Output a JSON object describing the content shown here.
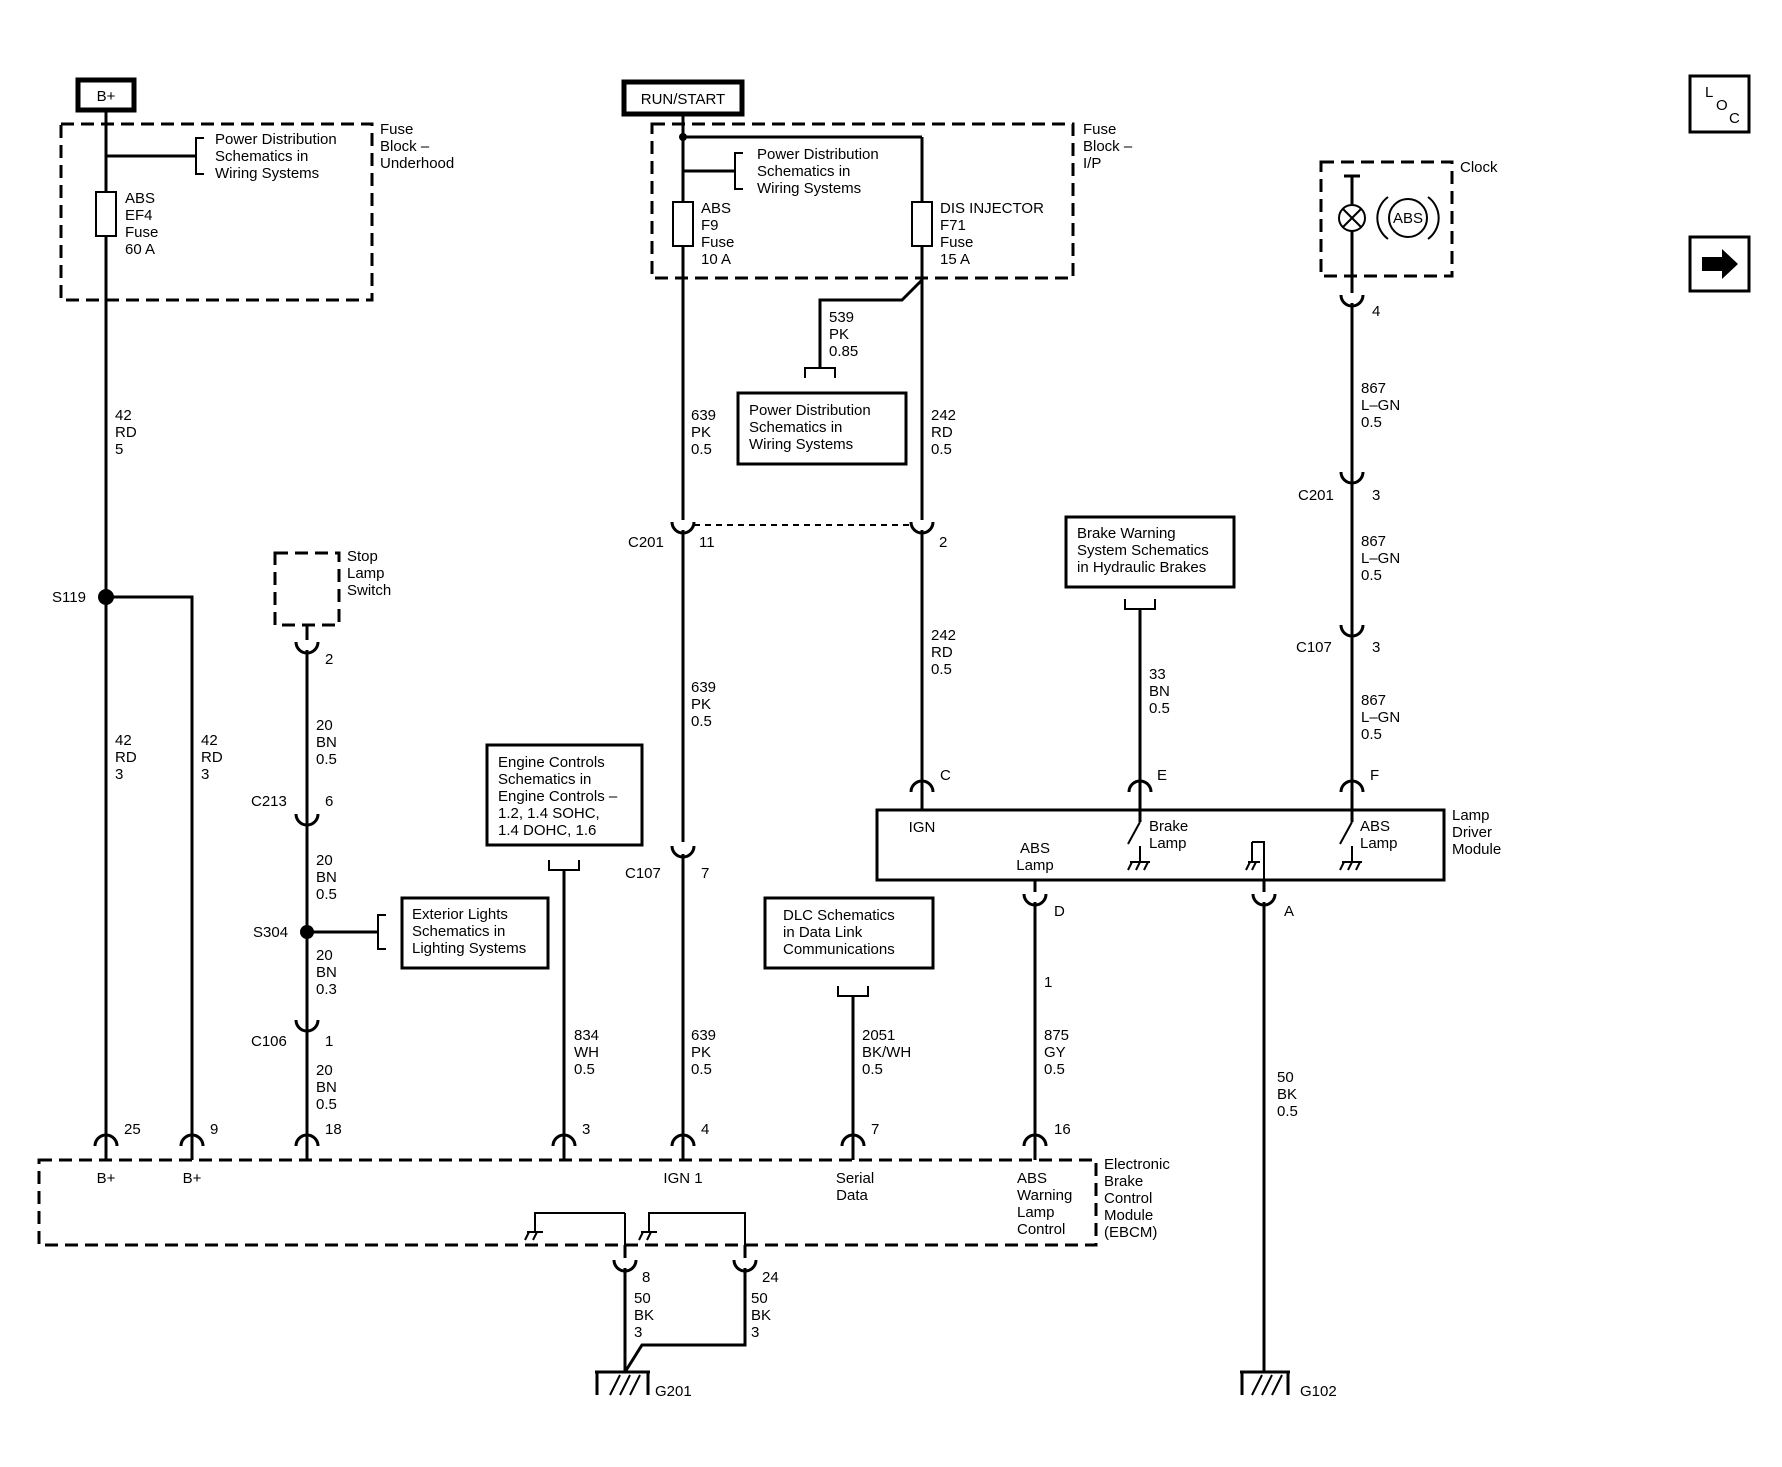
{
  "power_sources": {
    "bplus": "B+",
    "run_start": "RUN/START"
  },
  "fuse_block_underhood": {
    "title": [
      "Fuse",
      "Block –",
      "Underhood"
    ],
    "ref": [
      "Power Distribution",
      "Schematics in",
      "Wiring Systems"
    ],
    "fuse": [
      "ABS",
      "EF4",
      "Fuse",
      "60 A"
    ]
  },
  "fuse_block_ip": {
    "title": [
      "Fuse",
      "Block –",
      "I/P"
    ],
    "ref": [
      "Power Distribution",
      "Schematics in",
      "Wiring Systems"
    ],
    "fuse_abs": [
      "ABS",
      "F9",
      "Fuse",
      "10 A"
    ],
    "fuse_dis": [
      "DIS INJECTOR",
      "F71",
      "Fuse",
      "15 A"
    ]
  },
  "references": {
    "power_dist_bottom": [
      "Power Distribution",
      "Schematics in",
      "Wiring Systems"
    ],
    "engine_controls": [
      "Engine Controls",
      "Schematics in",
      "Engine Controls –",
      "1.2, 1.4 SOHC,",
      "1.4 DOHC, 1.6"
    ],
    "exterior_lights": [
      "Exterior Lights",
      "Schematics in",
      "Lighting Systems"
    ],
    "dlc": [
      "DLC Schematics",
      "in Data Link",
      "Communications"
    ],
    "brake_warning": [
      "Brake Warning",
      "System Schematics",
      "in Hydraulic Brakes"
    ]
  },
  "components": {
    "stop_lamp_switch": [
      "Stop",
      "Lamp",
      "Switch"
    ],
    "clock": [
      "Clock"
    ],
    "clock_symbol": "ABS",
    "lamp_driver": {
      "title": [
        "Lamp",
        "Driver",
        "Module"
      ],
      "ign": "IGN",
      "abs_lamp_1": [
        "ABS",
        "Lamp"
      ],
      "brake_lamp": [
        "Brake",
        "Lamp"
      ],
      "abs_lamp_2": [
        "ABS",
        "Lamp"
      ]
    },
    "ebcm": {
      "title": [
        "Electronic",
        "Brake",
        "Control",
        "Module",
        "(EBCM)"
      ],
      "pin_bplus_1": "B+",
      "pin_bplus_2": "B+",
      "pin_ign1": "IGN 1",
      "pin_serial": [
        "Serial",
        "Data"
      ],
      "pin_abs_warning": [
        "ABS",
        "Warning",
        "Lamp",
        "Control"
      ]
    }
  },
  "wires": {
    "w_42rd5": [
      "42",
      "RD",
      "5"
    ],
    "w_42rd3_a": [
      "42",
      "RD",
      "3"
    ],
    "w_42rd3_b": [
      "42",
      "RD",
      "3"
    ],
    "w_539": [
      "539",
      "PK",
      "0.85"
    ],
    "w_639_top": [
      "639",
      "PK",
      "0.5"
    ],
    "w_242_top": [
      "242",
      "RD",
      "0.5"
    ],
    "w_639_mid": [
      "639",
      "PK",
      "0.5"
    ],
    "w_242_mid": [
      "242",
      "RD",
      "0.5"
    ],
    "w_639_bot": [
      "639",
      "PK",
      "0.5"
    ],
    "w_20bn_1": [
      "20",
      "BN",
      "0.5"
    ],
    "w_20bn_2": [
      "20",
      "BN",
      "0.5"
    ],
    "w_20bn_3": [
      "20",
      "BN",
      "0.3"
    ],
    "w_20bn_4": [
      "20",
      "BN",
      "0.5"
    ],
    "w_834": [
      "834",
      "WH",
      "0.5"
    ],
    "w_2051": [
      "2051",
      "BK/WH",
      "0.5"
    ],
    "w_875": [
      "875",
      "GY",
      "0.5"
    ],
    "w_33": [
      "33",
      "BN",
      "0.5"
    ],
    "w_867_1": [
      "867",
      "L–GN",
      "0.5"
    ],
    "w_867_2": [
      "867",
      "L–GN",
      "0.5"
    ],
    "w_867_3": [
      "867",
      "L–GN",
      "0.5"
    ],
    "w_50bk_a": [
      "50",
      "BK",
      "0.5"
    ],
    "w_50bk_8": [
      "50",
      "BK",
      "3"
    ],
    "w_50bk_24": [
      "50",
      "BK",
      "3"
    ]
  },
  "connectors": {
    "c201_left": "C201",
    "c201_left_pin": "11",
    "c201_right_pin": "2",
    "c107_mid": "C107",
    "c107_mid_pin": "7",
    "c213": "C213",
    "c213_pin": "6",
    "c106": "C106",
    "c106_pin": "1",
    "stop_switch_pin": "2",
    "clock_pin": "4",
    "c201_right": "C201",
    "c201_right_conn_pin": "3",
    "c107_right": "C107",
    "c107_right_pin": "3",
    "ldm_c": "C",
    "ldm_e": "E",
    "ldm_f": "F",
    "ldm_d": "D",
    "ldm_a": "A",
    "d_wire_num": "1",
    "ebcm_25": "25",
    "ebcm_9": "9",
    "ebcm_18": "18",
    "ebcm_3": "3",
    "ebcm_4": "4",
    "ebcm_7": "7",
    "ebcm_16": "16",
    "ebcm_8": "8",
    "ebcm_24": "24"
  },
  "splices": {
    "s119": "S119",
    "s304": "S304"
  },
  "grounds": {
    "g201": "G201",
    "g102": "G102"
  },
  "nav": {
    "loc_l": "L",
    "loc_o": "O",
    "loc_c": "C",
    "loc_icon": "location-icon",
    "next_icon": "arrow-right-icon"
  }
}
